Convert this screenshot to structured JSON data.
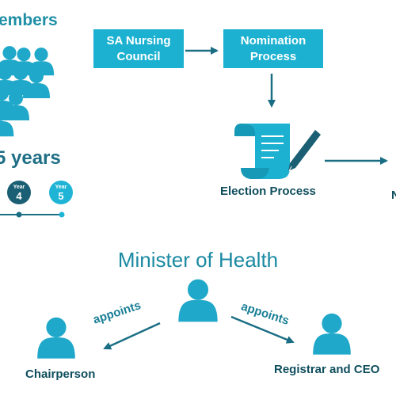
{
  "members": {
    "title": "embers"
  },
  "term": {
    "title": "5 years",
    "badges": [
      {
        "word": "Year",
        "num": "4",
        "color": "#1a5f74"
      },
      {
        "word": "Year",
        "num": "5",
        "color": "#1fb4d6"
      }
    ]
  },
  "flow": {
    "council": "SA Nursing\nCouncil",
    "nomination": "Nomination\nProcess",
    "election": "Election Process",
    "cut_off_label": "N"
  },
  "appointments": {
    "minister": "Minister of Health",
    "left_verb": "appoints",
    "right_verb": "appoints",
    "chairperson": "Chairperson",
    "registrar": "Registrar and CEO"
  },
  "colors": {
    "accent": "#1cb1d1",
    "dark": "#1a5f74",
    "person": "#1fa8c9"
  }
}
